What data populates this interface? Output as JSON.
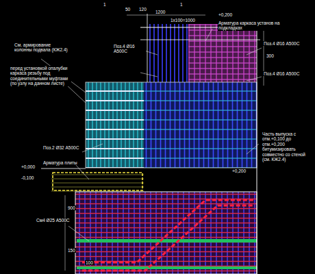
{
  "diagram": {
    "labels": [
      "См. армирование колонны подвала (КЖ2.4)",
      "перед установкой опалубки каркаса резьбу под соединительными муфтами (по узлу на данном листе)",
      "Арматура каркаса установ на подкладках",
      "Поз.4 Ø16 А500С",
      "Поз.4 Ø16 А500С",
      "Поз.4 Ø16 А500С",
      "Поз.2 Ø32 А500С",
      "Арматура плиты",
      "Часть выпуска с отм.+0,100 до отм.+0,200 битумизировать совместно со стеной (см. КЖ2.4)",
      "См4 Ø25 А500С",
      "50",
      "120",
      "1200",
      "1x100=1000",
      "+0,200",
      "300",
      "+0,000",
      "-0,100",
      "+0,200",
      "900",
      "150",
      "100",
      "1",
      "1"
    ]
  }
}
